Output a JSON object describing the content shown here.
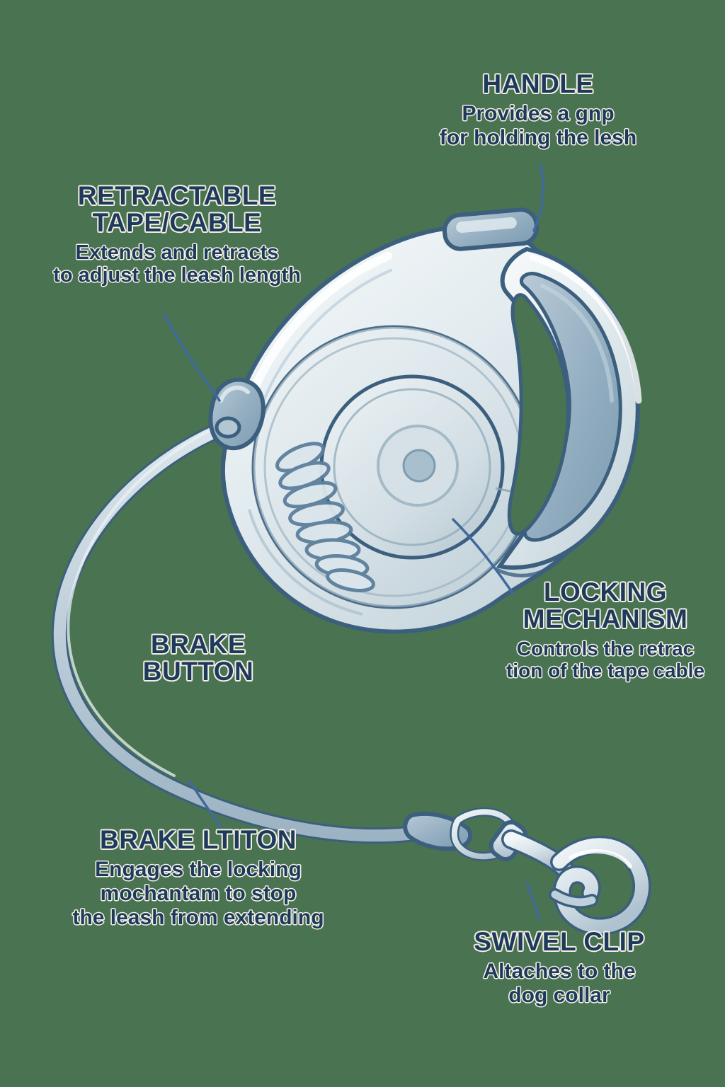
{
  "diagram": {
    "subject": "retractable-dog-leash",
    "background_color": "#4a7352",
    "text_color": "#1d3a5c",
    "text_outline_color": "#f3efe2",
    "illustration_colors": {
      "body_light": "#eef3f5",
      "body_mid": "#c9d6dd",
      "body_shade": "#a8bcc8",
      "grip_dark": "#8ea7b8",
      "outline": "#3c5f7e",
      "cable": "#b7c8d4"
    }
  },
  "labels": [
    {
      "id": "handle",
      "title": "HANDLE",
      "body_lines": [
        "Provides a gnp",
        "for holding the lesh"
      ]
    },
    {
      "id": "retractable-tape-cable",
      "title_lines": [
        "RETRACTABLE",
        "TAPE/CABLE"
      ],
      "body_lines": [
        "Extends and retracts",
        "to adjust the leash length"
      ]
    },
    {
      "id": "locking-mechanism",
      "title_lines": [
        "LOCKING",
        "MECHANISM"
      ],
      "body_lines": [
        "Controls the retrac",
        "tion of the tape cable"
      ]
    },
    {
      "id": "brake-button",
      "title_lines": [
        "BRAKE",
        "BUTTON"
      ],
      "body_lines": []
    },
    {
      "id": "brake-lever",
      "title": "BRAKE LTITON",
      "body_lines": [
        "Engages the locking",
        "mochantam to stop",
        "the leash from extending"
      ]
    },
    {
      "id": "swivel-clip",
      "title": "SWIVEL CLIP",
      "body_lines": [
        "Altaches to the",
        "dog collar"
      ]
    }
  ],
  "label_text": {
    "handle": {
      "title": "HANDLE",
      "line1": "Provides a gnp",
      "line2": "for holding the lesh"
    },
    "tape": {
      "title1": "RETRACTABLE",
      "title2": "TAPE/CABLE",
      "line1": "Extends and retracts",
      "line2": "to adjust the leash length"
    },
    "locking": {
      "title1": "LOCKING",
      "title2": "MECHANISM",
      "line1": "Controls the retrac",
      "line2": "tion of the tape cable"
    },
    "brake_button": {
      "title1": "BRAKE",
      "title2": "BUTTON"
    },
    "brake_lever": {
      "title": "BRAKE LTITON",
      "line1": "Engages the locking",
      "line2": "mochantam to stop",
      "line3": "the leash from extending"
    },
    "swivel": {
      "title": "SWIVEL CLIP",
      "line1": "Altaches to the",
      "line2": "dog collar"
    }
  }
}
